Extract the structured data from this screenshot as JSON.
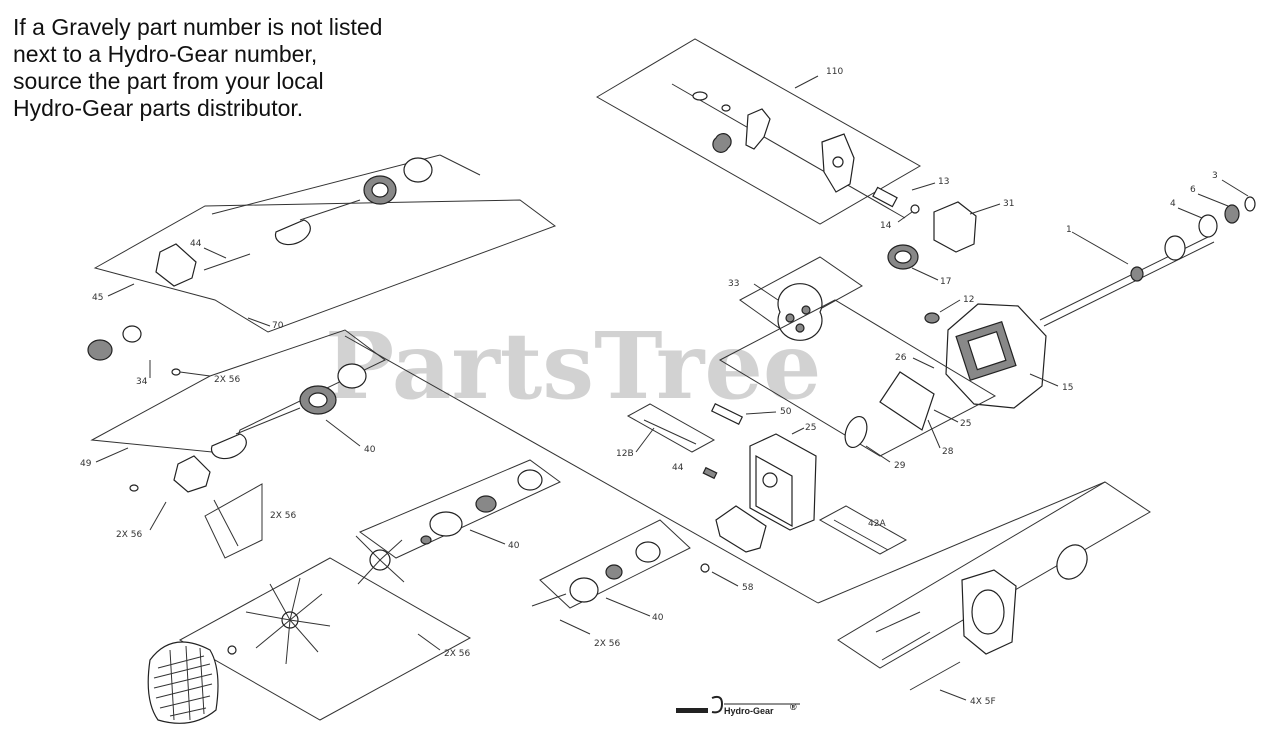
{
  "notice": {
    "lines": [
      "If a Gravely part number is not listed",
      "next to a Hydro-Gear number,",
      "source the part from your local",
      "Hydro-Gear parts distributor."
    ]
  },
  "watermark": "PartsTree",
  "logo": {
    "text": "Hydro-Gear",
    "mark": "®"
  },
  "callouts": {
    "c110": "110",
    "c13": "13",
    "c14": "14",
    "c31": "31",
    "c17": "17",
    "c33": "33",
    "c12": "12",
    "c1": "1",
    "c4": "4",
    "c6": "6",
    "c3": "3",
    "c15": "15",
    "c26": "26",
    "c25a": "25",
    "c28": "28",
    "c50": "50",
    "c25b": "25",
    "c29": "29",
    "c12b": "12B",
    "c44b": "44",
    "c42a": "42A",
    "c58": "58",
    "c40a": "40",
    "c40b": "40",
    "c40c": "40",
    "c70": "70",
    "c45": "45",
    "c44a": "44",
    "c34": "34",
    "c256a": "2X 56",
    "c49": "2X 56",
    "c49n": "49",
    "c256b": "2X 56",
    "c256c": "2X 56",
    "c256d": "2X 56",
    "c4x": "4X 5F"
  }
}
